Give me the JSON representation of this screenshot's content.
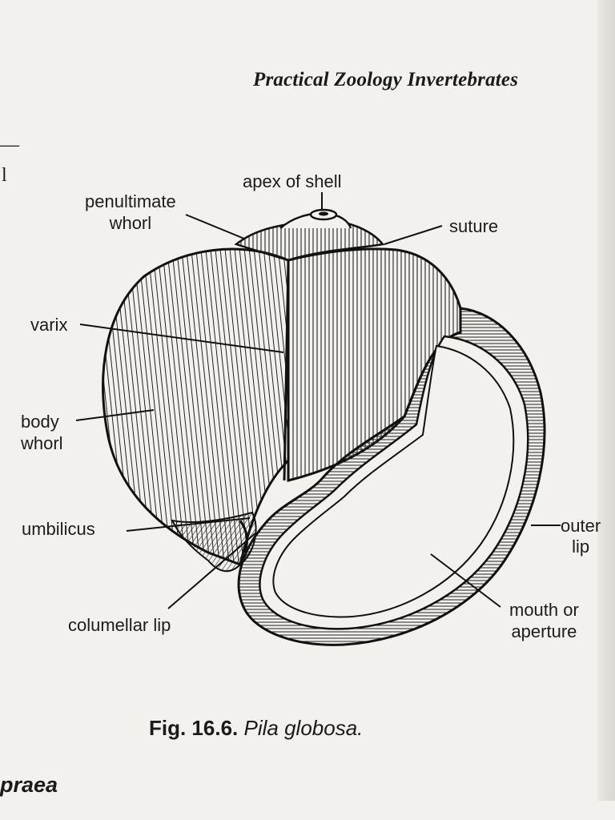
{
  "header": {
    "book_title": "Practical Zoology Invertebrates"
  },
  "margin_marks": [
    "—",
    "l"
  ],
  "labels": {
    "apex": "apex  of shell",
    "penultimate": "penultimate\nwhorl",
    "suture": "suture",
    "varix": "varix",
    "body_whorl": "body\nwhorl",
    "umbilicus": "umbilicus",
    "columellar_lip": "columellar lip",
    "outer_lip": "outer\nlip",
    "mouth": "mouth or\naperture"
  },
  "caption": {
    "figure_number": "Fig. 16.6.",
    "species": "Pila globosa."
  },
  "footer": {
    "fragment": "praea"
  }
}
